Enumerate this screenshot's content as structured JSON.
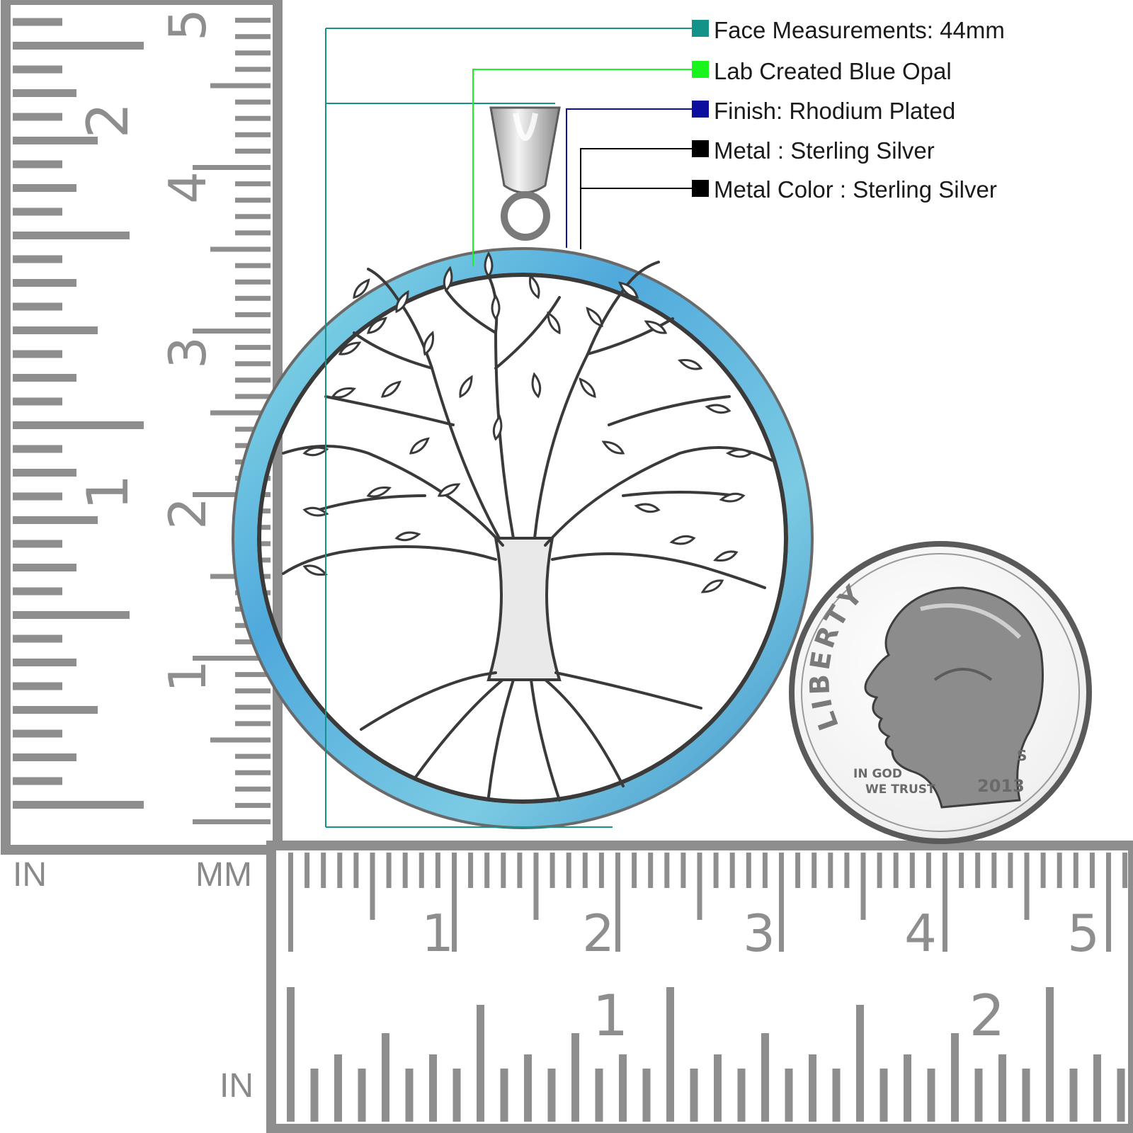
{
  "legend": [
    {
      "text": "Face Measurements: 44mm",
      "color": "#13928a"
    },
    {
      "text": "Lab Created Blue Opal",
      "color": "#19f51c"
    },
    {
      "text": "Finish: Rhodium Plated",
      "color": "#0e0e9e"
    },
    {
      "text": "Metal : Sterling Silver",
      "color": "#000000"
    },
    {
      "text": "Metal Color : Sterling Silver",
      "color": "#000000"
    }
  ],
  "units": {
    "in_left": "IN",
    "mm_left": "MM",
    "in_bottom": "IN"
  },
  "rulers": {
    "vertical_mm_labels": [
      "1",
      "2",
      "3",
      "4",
      "5"
    ],
    "vertical_in_labels": [
      "1",
      "2"
    ],
    "horizontal_mm_labels": [
      "1",
      "2",
      "3",
      "4",
      "5"
    ],
    "horizontal_in_labels": [
      "1",
      "2"
    ]
  },
  "coin": {
    "top_text": "LIBERTY",
    "motto_line1": "IN GOD",
    "motto_line2": "WE TRUST",
    "mint_mark": "S",
    "year": "2013"
  },
  "colors": {
    "ruler_gray": "#8e8e8e",
    "opal_blue": "#5ab4dc",
    "silver": "#c8c8c8"
  }
}
